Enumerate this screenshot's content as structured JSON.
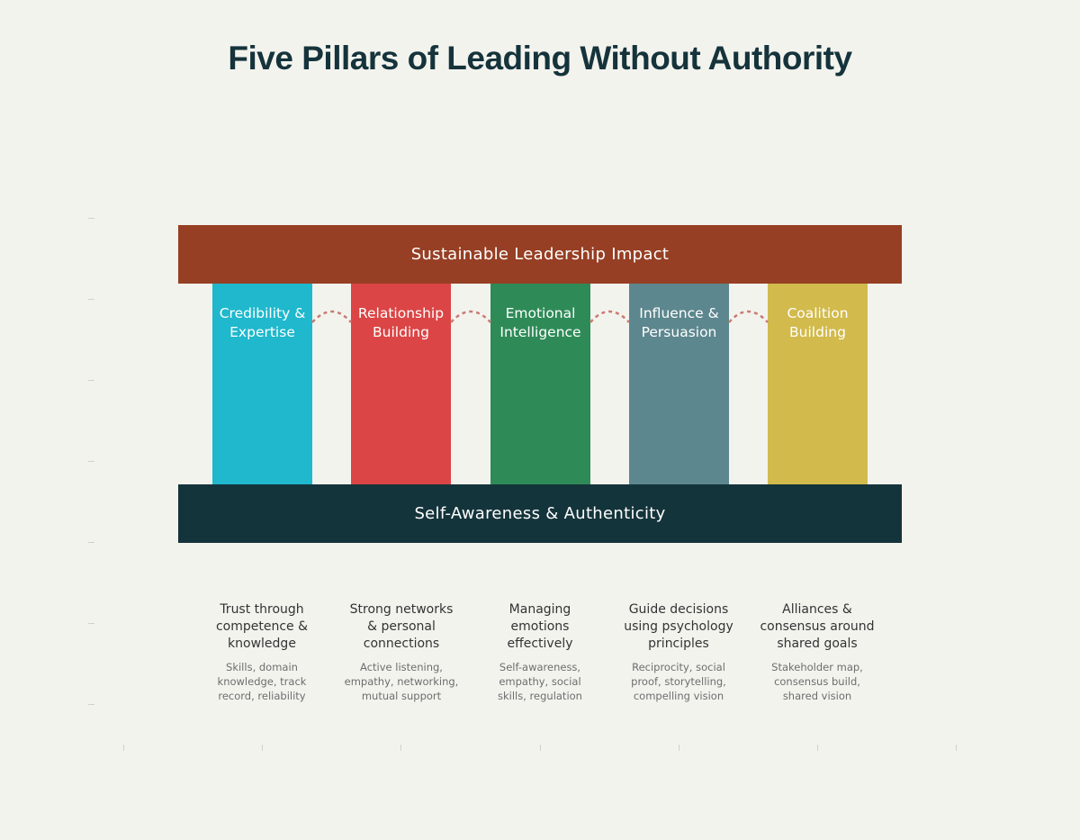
{
  "title": "Five Pillars of Leading Without Authority",
  "roof": {
    "label": "Sustainable Leadership Impact",
    "color": "#963f24"
  },
  "foundation": {
    "label": "Self-Awareness & Authenticity",
    "color": "#14343b"
  },
  "connector_color": "#c97b72",
  "pillars": [
    {
      "label": "Credibility &\nExpertise",
      "color": "#1fb8cd",
      "heading": "Trust through\ncompetence &\nknowledge",
      "detail": "Skills, domain\nknowledge, track\nrecord, reliability"
    },
    {
      "label": "Relationship\nBuilding",
      "color": "#db4545",
      "heading": "Strong networks\n& personal\nconnections",
      "detail": "Active listening,\nempathy, networking,\nmutual support"
    },
    {
      "label": "Emotional\nIntelligence",
      "color": "#2e8b57",
      "heading": "Managing\nemotions\neffectively",
      "detail": "Self-awareness,\nempathy, social\nskills, regulation"
    },
    {
      "label": "Influence &\nPersuasion",
      "color": "#5d878f",
      "heading": "Guide decisions\nusing psychology\nprinciples",
      "detail": "Reciprocity, social\nproof, storytelling,\ncompelling vision"
    },
    {
      "label": "Coalition\nBuilding",
      "color": "#d2ba4c",
      "heading": "Alliances &\nconsensus around\nshared goals",
      "detail": "Stakeholder map,\nconsensus build,\nshared vision"
    }
  ]
}
